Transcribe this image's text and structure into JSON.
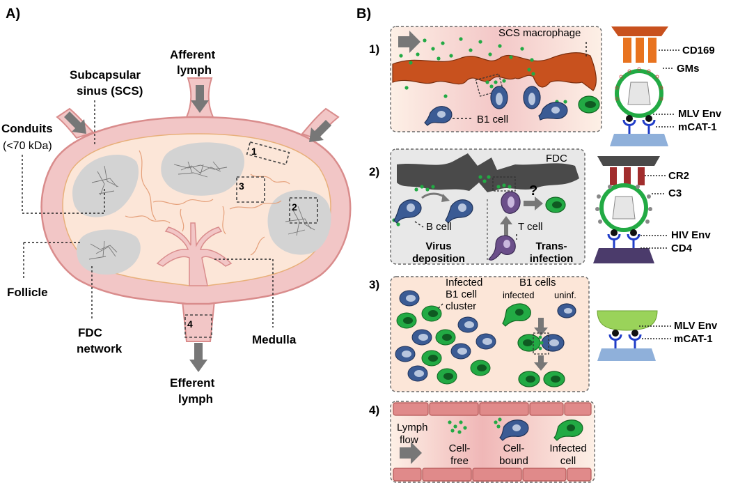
{
  "panelA": {
    "label": "A)",
    "afferent": [
      "Afferent",
      "lymph"
    ],
    "scs": [
      "Subcapsular",
      "sinus (SCS)"
    ],
    "conduits": [
      "Conduits",
      "(<70 kDa)"
    ],
    "follicle": "Follicle",
    "fdc_network": [
      "FDC",
      "network"
    ],
    "medulla": "Medulla",
    "efferent": [
      "Efferent",
      "lymph"
    ],
    "boxes": [
      "1",
      "2",
      "3",
      "4"
    ]
  },
  "panelB": {
    "label": "B)",
    "p1": {
      "num": "1)",
      "scs_macrophage": "SCS macrophage",
      "b1_cell": "B1 cell",
      "side": [
        "CD169",
        "GMs",
        "MLV Env",
        "mCAT-1"
      ]
    },
    "p2": {
      "num": "2)",
      "fdc": "FDC",
      "question": "?",
      "b_cell": "B cell",
      "t_cell": "T cell",
      "virus_deposition": [
        "Virus",
        "deposition"
      ],
      "trans_infection": [
        "Trans-",
        "infection"
      ],
      "side": [
        "CR2",
        "C3",
        "HIV Env",
        "CD4"
      ]
    },
    "p3": {
      "num": "3)",
      "cluster": [
        "Infected",
        "B1 cell",
        "cluster"
      ],
      "b1_cells": "B1 cells",
      "infected": "infected",
      "uninf": "uninf.",
      "side": [
        "MLV Env",
        "mCAT-1"
      ]
    },
    "p4": {
      "num": "4)",
      "lymph_flow": [
        "Lymph",
        "flow"
      ],
      "cell_free": [
        "Cell-",
        "free"
      ],
      "cell_bound": [
        "Cell-",
        "bound"
      ],
      "infected_cell": [
        "Infected",
        "cell"
      ]
    }
  },
  "colors": {
    "capsule": "#f2c6c6",
    "interior": "#fce6d8",
    "follicle": "#d3d3d3",
    "macrophage": "#c8511e",
    "virus": "#22aa44",
    "b_cell": "#3b5b94",
    "fdc": "#4a4a4a",
    "t_cell": "#6b4f8a",
    "vessel": "#d96a6a",
    "arrow": "#777777"
  }
}
